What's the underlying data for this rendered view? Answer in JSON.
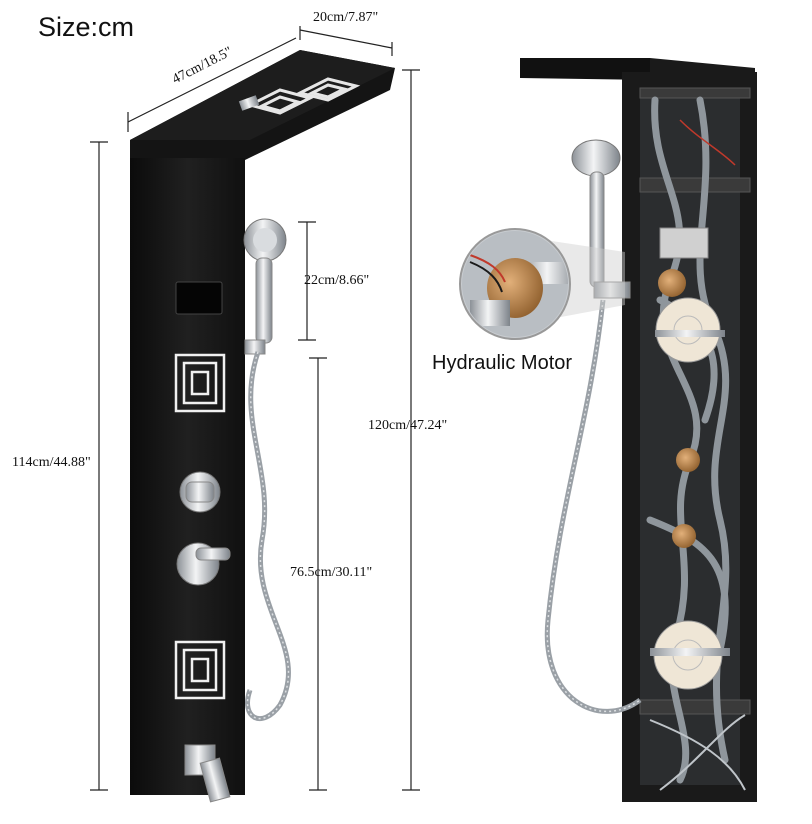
{
  "header": {
    "title": "Size:cm"
  },
  "dimensions": {
    "top_depth": "20cm/7.87\"",
    "top_width": "47cm/18.5\"",
    "handshower_length": "22cm/8.66\"",
    "panel_height": "114cm/44.88\"",
    "total_height": "120cm/47.24\"",
    "hose_height": "76.5cm/30.11\""
  },
  "callout": {
    "label": "Hydraulic Motor"
  },
  "colors": {
    "panel": "#161616",
    "chrome": "#c9ccd0",
    "hose": "#9aa0a6",
    "pipe": "#8f969c",
    "brass": "#c08a4a"
  }
}
